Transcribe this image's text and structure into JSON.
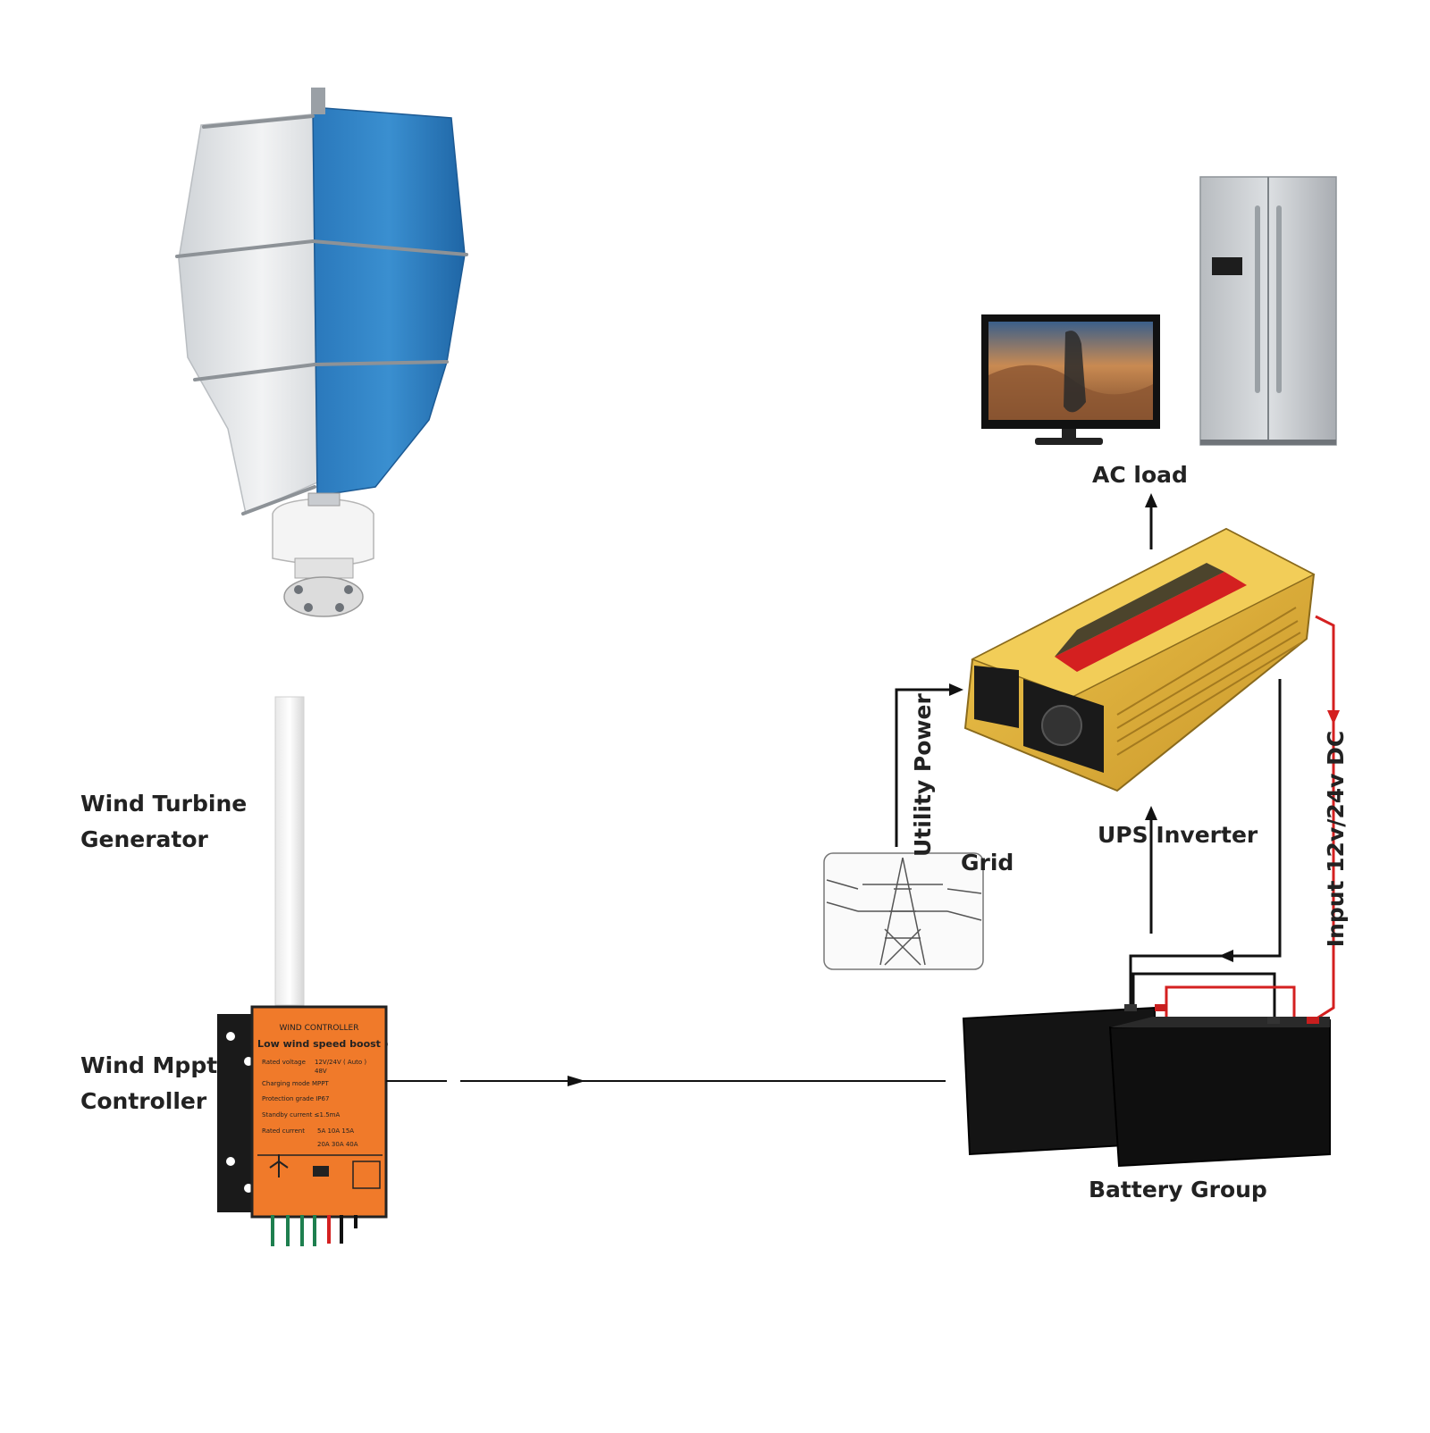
{
  "labels": {
    "wind_turbine_line1": "Wind Turbine",
    "wind_turbine_line2": "Generator",
    "controller_line1": "Wind Mppt",
    "controller_line2": "Controller",
    "ac_load": "AC load",
    "utility_power": "Utility Power",
    "grid": "Grid",
    "ups_inverter": "UPS  Inverter",
    "input_dc": "Input 12v/24v DC",
    "battery_group": "Battery Group"
  },
  "controller": {
    "title": "WIND CONTROLLER",
    "subtitle": "( Low wind speed boost )",
    "rated_voltage": "Rated voltage",
    "voltage_options": "12V/24V ( Auto )",
    "voltage_48": "48V",
    "charging_mode": "Charging mode MPPT",
    "protection_grade": "Protection grade IP67",
    "standby_current": "Standby current ≤1.5mA",
    "rated_current": "Rated current",
    "current_row1": "5A  10A  15A",
    "current_row2": "20A  30A  40A"
  },
  "colors": {
    "blade_blue": "#2f7fc0",
    "blade_white": "#e6e8ea",
    "controller_orange": "#f07a2a",
    "inverter_gold": "#e2b43a",
    "dc_wire_red": "#d42020",
    "wire_black": "#111111",
    "battery_black": "#141414"
  }
}
